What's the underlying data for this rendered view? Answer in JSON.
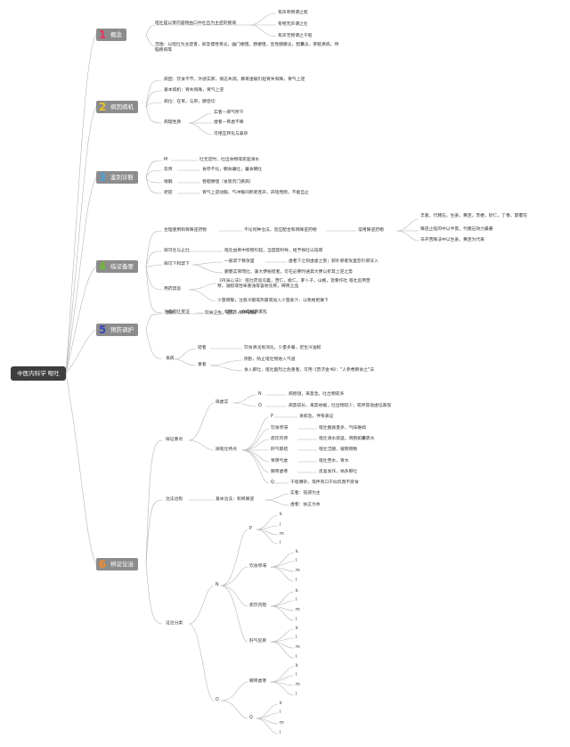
{
  "root": "中医内科学 呕吐",
  "branches": [
    {
      "num": "1",
      "title": "概念"
    },
    {
      "num": "2",
      "title": "病因病机"
    },
    {
      "num": "3",
      "title": "鉴别诊断"
    },
    {
      "num": "4",
      "title": "临证备要"
    },
    {
      "num": "5",
      "title": "预防调护"
    },
    {
      "num": "6",
      "title": "辨证论治"
    }
  ],
  "concept": {
    "def": "呕吐是以胃内容物由口中吐出为主症的疾病",
    "sub": [
      "有声有物谓之呕",
      "有物无声谓之吐",
      "有声无物谓之干呕"
    ],
    "scope": "范围：以呕吐为主症者，如急慢性胃炎，幽门梗阻，肠梗阻，急性胰腺炎，胆囊炎，肝脏疾病，颅脑疾病等"
  },
  "etiology": {
    "cause": "病因：饮食不节，外感实邪，情志失调，脾胃虚弱引起胃失和降，胃气上逆",
    "basic": "基本病机：胃失和降，胃气上逆",
    "location": "病位：在胃，与肝，脾密切",
    "nature_label": "病理性质",
    "nature": [
      "实者一邪气所干",
      "虚者一胃虚不降",
      "可相互转化与兼杂"
    ]
  },
  "diagnosis": [
    {
      "k": "M",
      "v": "吐无定时，吐出食物或痰涎清水"
    },
    {
      "k": "反胃",
      "v": "食停不化，朝食暮吐，暮食朝吐"
    },
    {
      "k": "噎膈",
      "v": "吞咽哽咽（食管贲门疾病）"
    },
    {
      "k": "呃逆",
      "v": "胃气上逆动膈，气冲喉间呃呃连声，声短而频，不能自止"
    }
  ],
  "notes": {
    "a_label": "合理使用和胃降逆药物",
    "a_mid": "不论何种治法，皆应配合和胃降逆药物",
    "a_common": "常用降逆药物",
    "a_drugs": "丰富，代赭石，生姜，黄连，苏梗，砂仁，丁香，旋覆花",
    "a_more": "降逆止呕的中以半夏，代赭石效力最著",
    "a_pair": "辛开苦降法中以生姜，黄连为代表",
    "b_label": "辨可吐与止吐",
    "b_text": "呕吐由胃中痰物引起，当因势利导，给予探吐以祛邪",
    "c_label": "辨可下和禁下",
    "c_1": "一般禁下致攻里",
    "c_1b": "虚者下之则虚虚之害；邪外邪者攻里恐引邪深入",
    "c_2": "腑肠实邪而吐，兼大便秘结者，可在必要时通其大便以折其上逆之势",
    "d_label": "用药禁忌",
    "d_1": "《丹溪心法》：呕吐药忌瓜蒌，苦仁，桃仁，萝卜子，山栀，皆要作吐 呕吐忌用苦寒，滋腻或性味重浊等容易伤胃，碍胃之品",
    "d_2": "少量频服，注意冷服或热服或加入少量姜汁，以免格拒难下",
    "e_label": "注意呕吐变证",
    "e_text": "如脱水，水电解质紊乱"
  },
  "prevention": {
    "p_label": "预防",
    "p_text": "饮食卫生，忌口，精神调摄",
    "n_label": "发病",
    "light": "轻者",
    "light_text": "饮食清淡易消化，少量多餐，足生冷油腻",
    "heavy": "重者",
    "heavy_1": "侧卧，防止呕吐物进入气道",
    "heavy_2": "食入即吐，呕吐剧烈之危重者，可用《普济金书》：\"人参煮粥食之\"法"
  },
  "syndrome": {
    "key_label": "辨证要点",
    "deficiency": "辨虚实",
    "N": "N",
    "N_text": "病程短，来势急，吐出物较多",
    "O": "O",
    "O_text": "病势较长，来势徐缓，吐出物较少，或伴其他虚证表现",
    "types_label": "辨呕吐特点",
    "P": "P",
    "P_text": "发病急，伴有表证",
    "types": [
      {
        "k": "饮食停滞",
        "v": "呕吐酸腐量多，气味难闻"
      },
      {
        "k": "痰饮内停",
        "v": "呕吐清水痰涎，胃脘如囊裹水"
      },
      {
        "k": "肝气郁结",
        "v": "呕吐泛酸，嗳频频数"
      },
      {
        "k": "胃阴亏虚",
        "v": "呕吐苦水，胃水"
      },
      {
        "k": "脾胃虚寒",
        "v": "反复发作，纳多即吐"
      }
    ],
    "Q": "Q",
    "Q_text": "干呕嘈杂，或伴有口干似饥而不欲食",
    "tx_label": "治法治则",
    "tx_text": "基本治法：和胃降逆",
    "tx_1": "实者：祛邪为主",
    "tx_2": "虚者：扶正为本",
    "cls_label": "证治分类",
    "cls_N": "N",
    "cls_O": "O",
    "groups": [
      {
        "k": "P",
        "items": [
          "k",
          "l",
          "m",
          "l"
        ]
      },
      {
        "k": "饮食停滞",
        "items": [
          "k",
          "l",
          "m",
          "l"
        ]
      },
      {
        "k": "痰饮内阻",
        "items": [
          "k",
          "l",
          "m",
          "l"
        ]
      },
      {
        "k": "肝气犯胃",
        "items": [
          "k",
          "l",
          "m",
          "l"
        ]
      },
      {
        "k": "脾胃虚寒",
        "items": [
          "k",
          "l",
          "m",
          "l"
        ]
      },
      {
        "k": "Q",
        "items": [
          "k",
          "l",
          "m",
          "l"
        ]
      }
    ]
  }
}
